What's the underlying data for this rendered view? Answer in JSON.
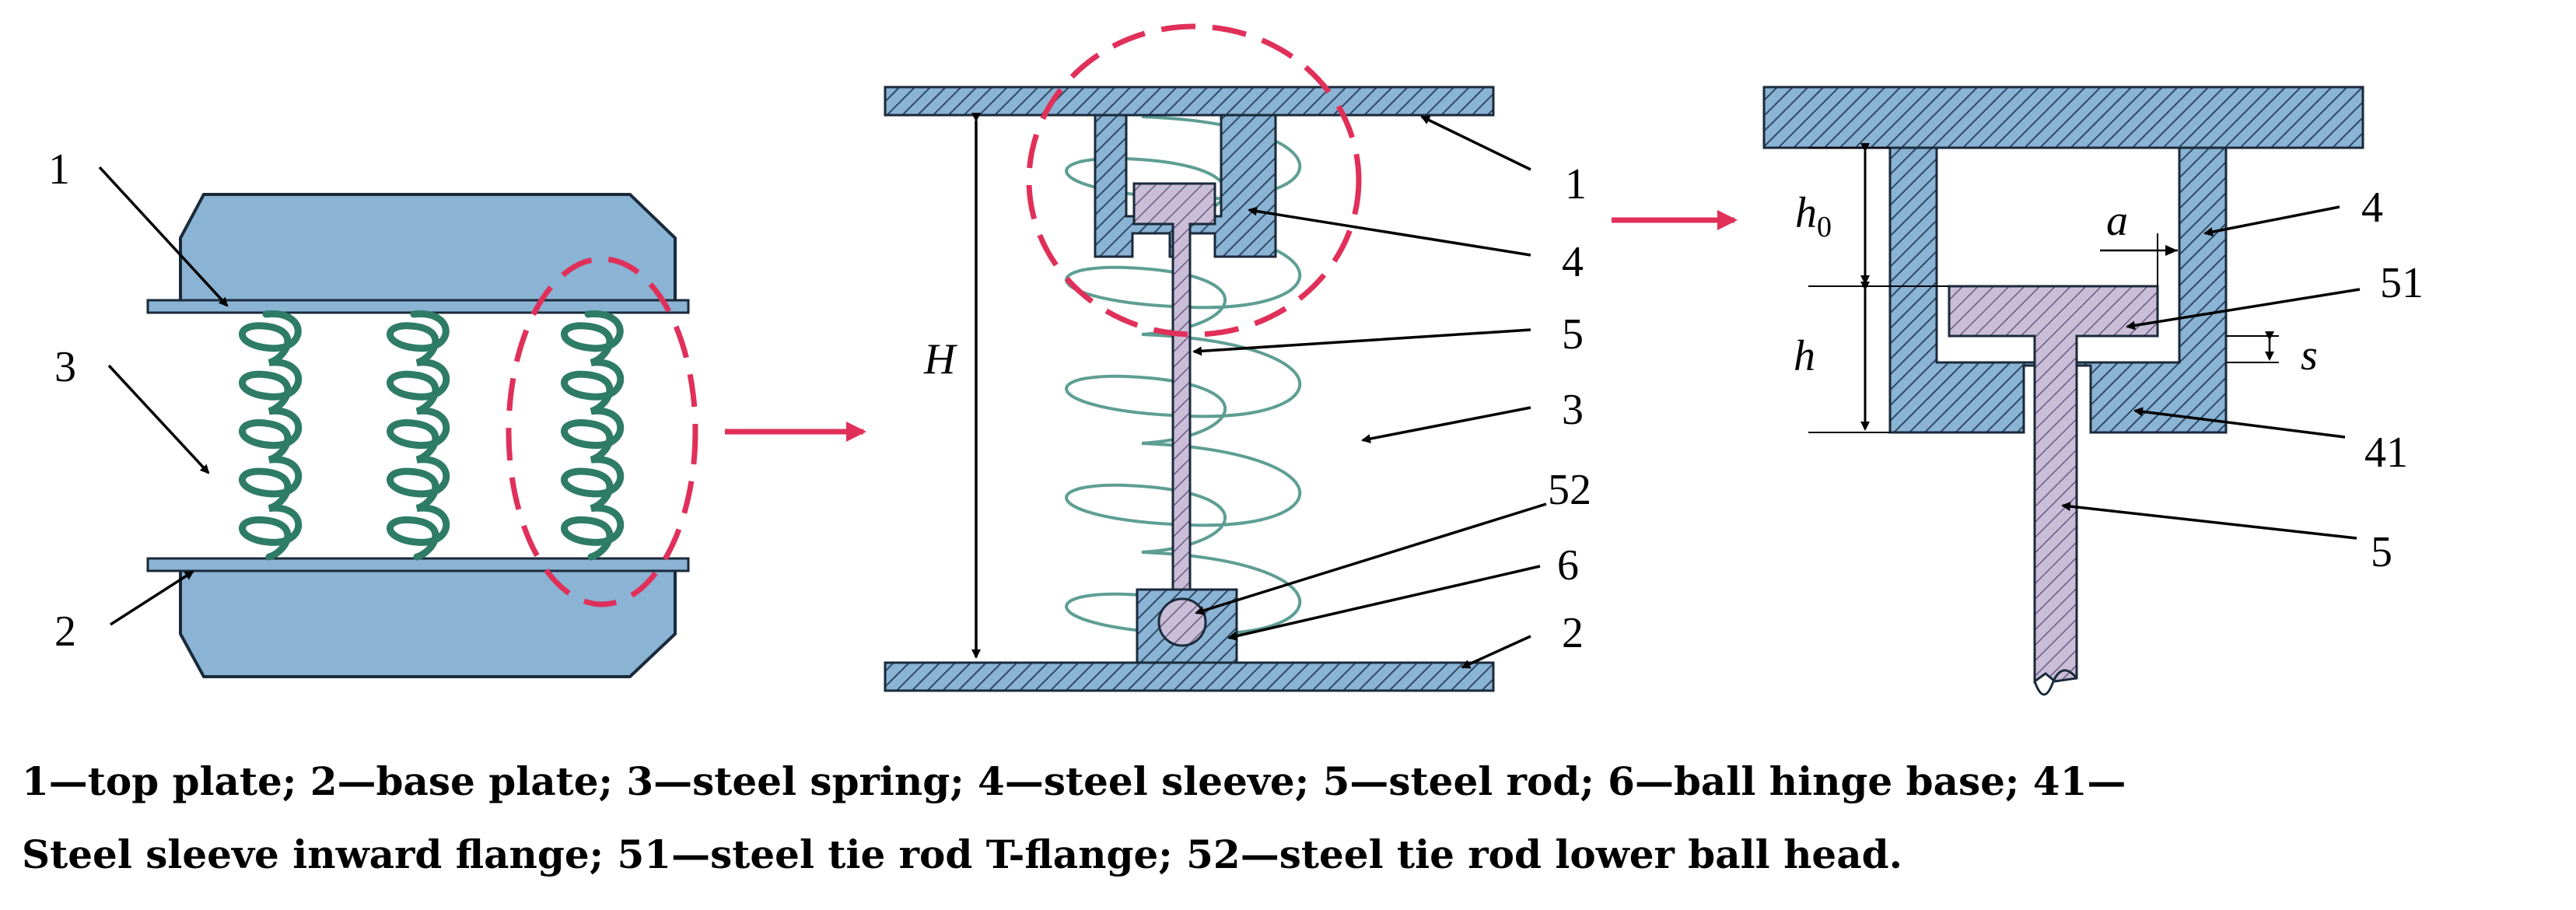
{
  "diagram": {
    "panel1": {
      "labels": {
        "top": "1",
        "spring": "3",
        "base": "2"
      }
    },
    "panel2": {
      "labels": {
        "top": "1",
        "sleeve": "4",
        "rod": "5",
        "spring": "3",
        "ball": "52",
        "hinge": "6",
        "base": "2",
        "height": "H"
      }
    },
    "panel3": {
      "labels": {
        "sleeve": "4",
        "tflange": "51",
        "flange": "41",
        "rod": "5",
        "h0_main": "h",
        "h0_sub": "0",
        "h": "h",
        "a": "a",
        "s": "s"
      }
    },
    "colors": {
      "blue": "#8AB3D4",
      "spring_green": "#2E7C66",
      "purple": "#C9BDD8",
      "red": "#E0305A",
      "hatch_line": "#2E4A66"
    }
  },
  "caption": {
    "line1": "1—top plate; 2—base plate; 3—steel spring; 4—steel sleeve; 5—steel rod; 6—ball hinge base; 41—",
    "line2": "Steel sleeve inward flange; 51—steel tie rod T-flange; 52—steel tie rod lower ball head."
  }
}
